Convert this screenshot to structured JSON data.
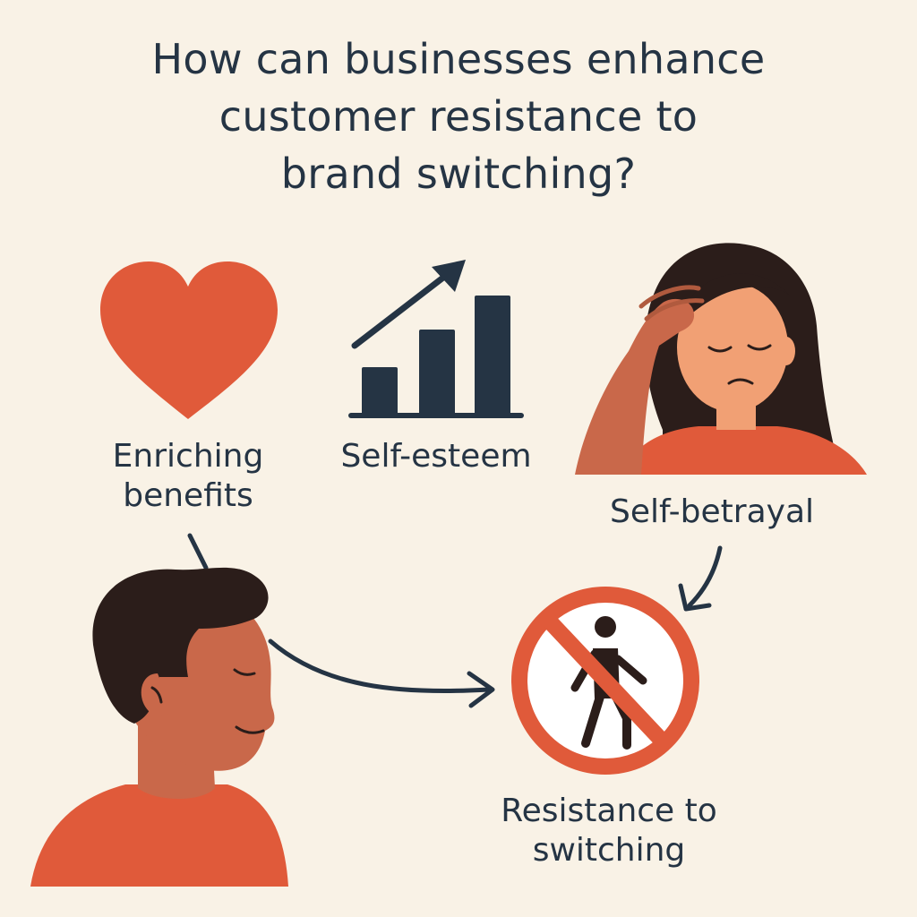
{
  "title": {
    "line1": "How can businesses enhance",
    "line2": "customer resistance to",
    "line3": "brand switching?"
  },
  "nodes": {
    "enriching_benefits": {
      "line1": "Enriching",
      "line2": "benefits",
      "icon": "heart-icon"
    },
    "self_esteem": {
      "label": "Self-esteem",
      "icon": "rising-bar-chart-icon"
    },
    "self_betrayal": {
      "label": "Self-betrayal",
      "icon": "distressed-woman-illustration"
    },
    "resistance": {
      "line1": "Resistance to",
      "line2": "switching",
      "icon": "no-walking-sign-icon"
    },
    "customer": {
      "icon": "content-man-illustration"
    }
  },
  "colors": {
    "background": "#f9f2e6",
    "accent": "#e05a3a",
    "text": "#253444",
    "skin_man": "#c9684a",
    "skin_woman": "#f1a074",
    "hair": "#2b1d1a"
  }
}
